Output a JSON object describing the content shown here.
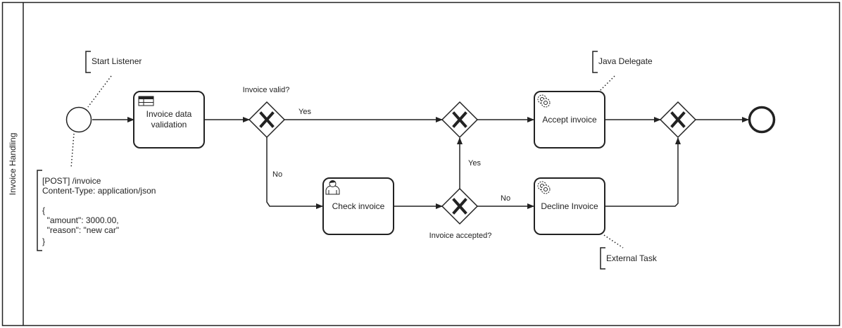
{
  "diagram": {
    "pool": {
      "lane_label": "Invoice Handling"
    },
    "events": {
      "start": {
        "name": ""
      },
      "end": {
        "name": ""
      }
    },
    "tasks": {
      "validation": {
        "line1": "Invoice data",
        "line2": "validation",
        "type": "business-rule"
      },
      "accept": {
        "label": "Accept invoice",
        "type": "service"
      },
      "check": {
        "label": "Check invoice",
        "type": "user"
      },
      "decline": {
        "label": "Decline Invoice",
        "type": "service"
      }
    },
    "gateways": {
      "valid": {
        "label": "Invoice valid?"
      },
      "accepted": {
        "label": "Invoice accepted?"
      }
    },
    "flows": {
      "valid_yes": "Yes",
      "valid_no": "No",
      "accepted_yes": "Yes",
      "accepted_no": "No"
    },
    "annotations": {
      "start_listener": "Start Listener",
      "java_delegate": "Java Delegate",
      "external_task": "External Task",
      "request": {
        "lines": [
          "[POST] /invoice",
          "Content-Type: application/json",
          "",
          "{",
          "  \"amount\": 3000.00,",
          "  \"reason\": \"new car\"",
          "}"
        ]
      }
    },
    "colors": {
      "stroke": "#222222",
      "background": "#ffffff"
    }
  }
}
